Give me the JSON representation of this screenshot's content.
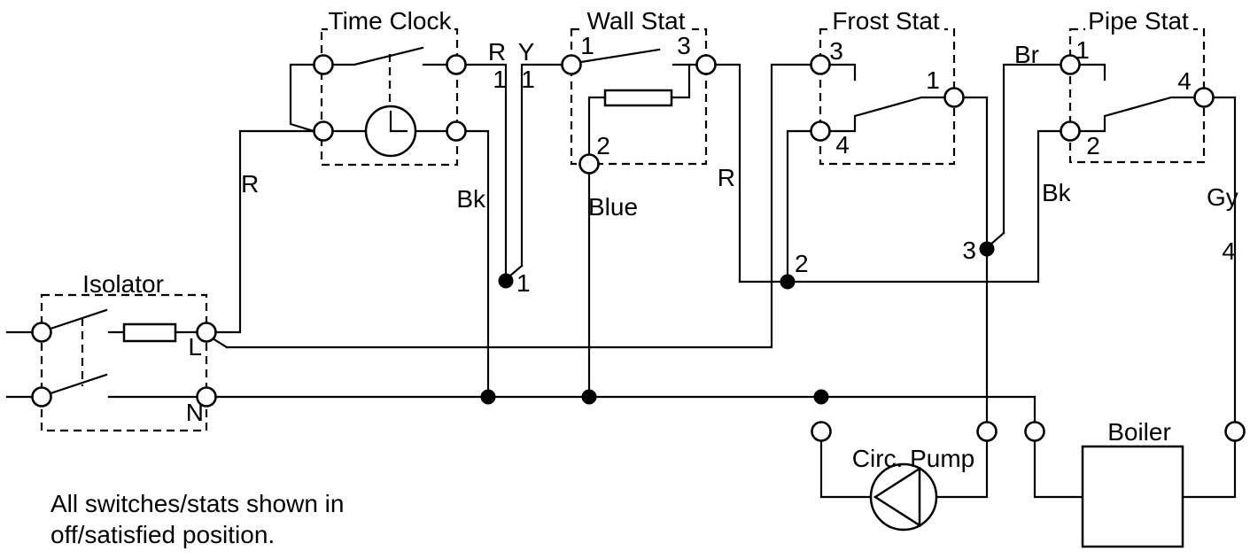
{
  "colors": {
    "line": "#000000",
    "background": "#ffffff"
  },
  "titles": {
    "isolator": "Isolator",
    "time_clock": "Time Clock",
    "wall_stat": "Wall Stat",
    "frost_stat": "Frost Stat",
    "pipe_stat": "Pipe Stat",
    "circ_pump": "Circ. Pump",
    "boiler": "Boiler"
  },
  "terminals": {
    "isolator_live": "L",
    "isolator_neutral": "N",
    "wall_stat_1": "1",
    "wall_stat_3": "3",
    "wall_stat_2": "2",
    "frost_stat_3": "3",
    "frost_stat_1": "1",
    "frost_stat_4": "4",
    "pipe_stat_1": "1",
    "pipe_stat_4": "4",
    "pipe_stat_2": "2"
  },
  "wire_labels": {
    "red_feed": "R",
    "red_switched": "R",
    "red_switched_core": "1",
    "yellow": "Y",
    "yellow_core": "1",
    "black_time_clock": "Bk",
    "blue": "Blue",
    "red_wall_stat": "R",
    "brown": "Br",
    "black_pipe_stat": "Bk",
    "grey": "Gy",
    "grey_core": "4"
  },
  "junction_labels": {
    "junction_1": "1",
    "junction_2": "2",
    "junction_3": "3"
  },
  "note": {
    "line1": "All switches/stats shown in",
    "line2": "off/satisfied position."
  }
}
